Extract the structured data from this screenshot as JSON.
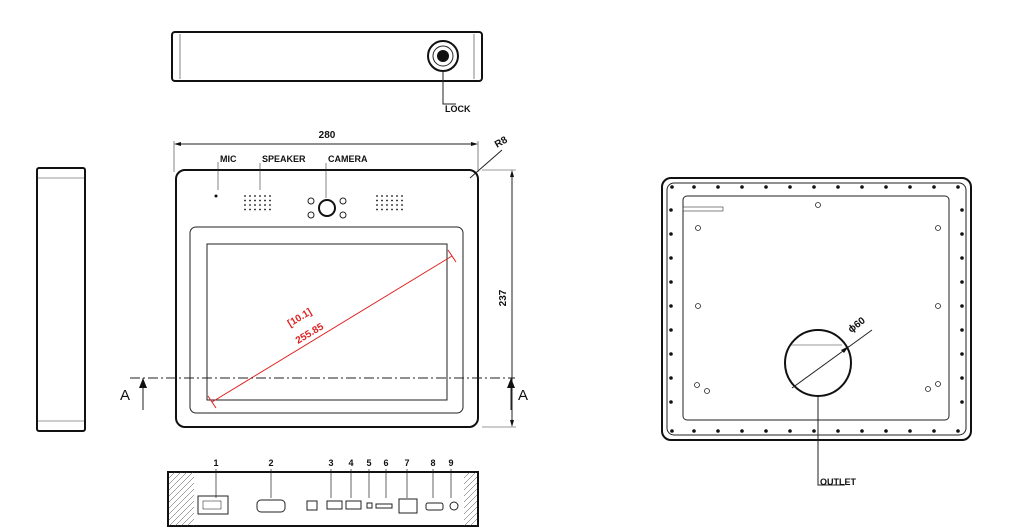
{
  "labels": {
    "lock": "LOCK",
    "mic": "MIC",
    "speaker": "SPEAKER",
    "camera": "CAMERA",
    "outlet": "OUTLET"
  },
  "dimensions": {
    "width": "280",
    "height": "237",
    "radius": "R8",
    "diagonal_inch": "[10.1]",
    "diagonal_mm": "255.85",
    "outlet_diameter": "ϕ60"
  },
  "section_marker": "A",
  "port_numbers": [
    "1",
    "2",
    "3",
    "4",
    "5",
    "6",
    "7",
    "8",
    "9"
  ],
  "colors": {
    "annotation_red": "#e02020",
    "line": "#222222"
  }
}
